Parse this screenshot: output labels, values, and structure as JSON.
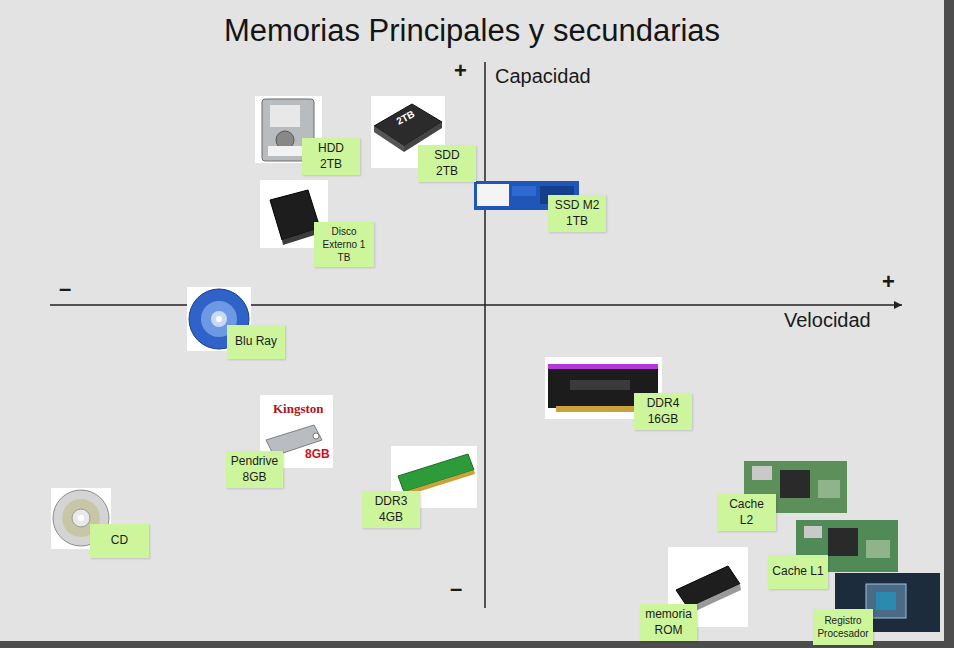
{
  "diagram": {
    "title": "Memorias Principales y secundarias",
    "nodes": [
      {
        "text": [
          "HDD 2TB"
        ]
      },
      {
        "text": [
          "SDD 2TB"
        ]
      },
      {
        "text": [
          "SSD M2 1TB"
        ]
      },
      {
        "text": [
          "Disco Externo 1 TB"
        ]
      },
      {
        "text": [
          "Blu Ray"
        ]
      },
      {
        "text": [
          "DDR4 16GB"
        ]
      },
      {
        "text": [
          "Pendrive 8GB"
        ]
      },
      {
        "text": [
          "DDR3 4GB"
        ]
      },
      {
        "text": [
          "Cache L2"
        ]
      },
      {
        "text": [
          "CD"
        ]
      },
      {
        "text": [
          "Cache L1"
        ]
      },
      {
        "text": [
          "memoria ROM"
        ]
      },
      {
        "text": [
          "Registro Procesador"
        ]
      }
    ],
    "labels": [
      "+",
      "Capacidad",
      "–",
      "+",
      "Velocidad",
      "–",
      "2TB",
      "Kingston",
      "8GB"
    ]
  }
}
